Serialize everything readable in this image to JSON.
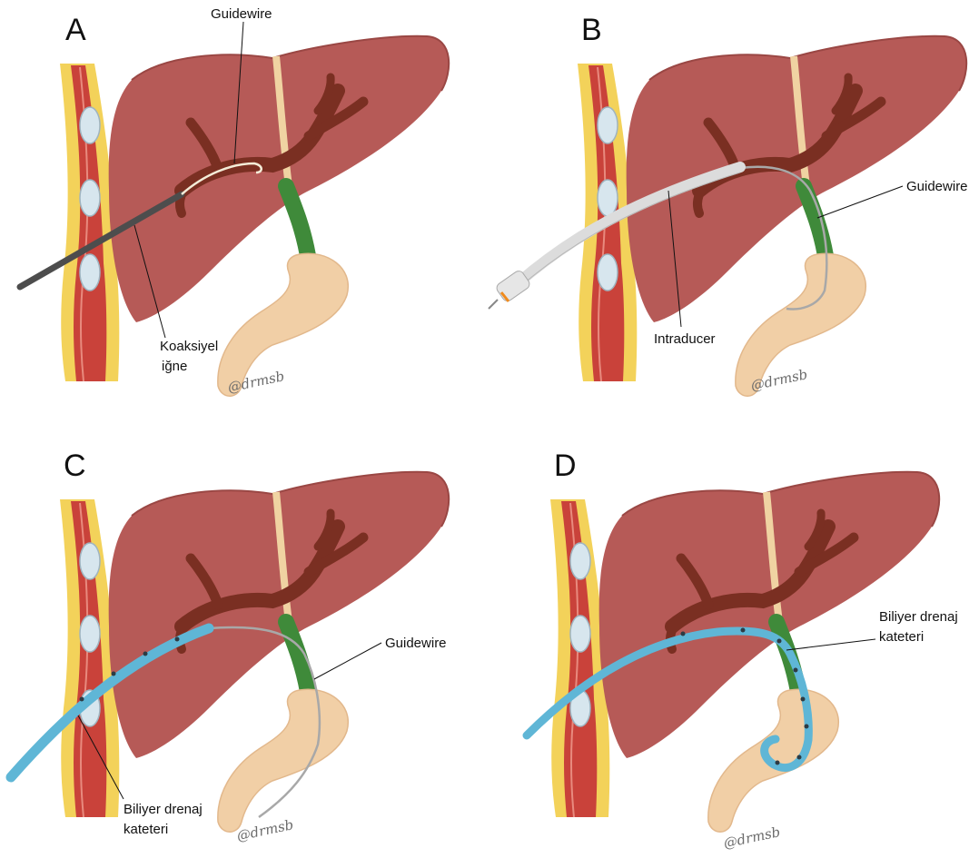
{
  "panels": [
    {
      "letter": "A",
      "labels": {
        "guidewire": "Guidewire",
        "needle_line1": "Koaksiyel",
        "needle_line2": "iğne"
      },
      "watermark": "@drmsb"
    },
    {
      "letter": "B",
      "labels": {
        "guidewire": "Guidewire",
        "introducer": "Intraducer"
      },
      "watermark": "@drmsb"
    },
    {
      "letter": "C",
      "labels": {
        "guidewire": "Guidewire",
        "catheter_line1": "Biliyer drenaj",
        "catheter_line2": "kateteri"
      },
      "watermark": "@drmsb"
    },
    {
      "letter": "D",
      "labels": {
        "catheter_line1": "Biliyer drenaj",
        "catheter_line2": "kateteri"
      },
      "watermark": "@drmsb"
    }
  ],
  "colors": {
    "liver": "#b65a57",
    "liver_dark": "#9a4744",
    "bile_duct": "#7a2f22",
    "common_duct": "#3f8a3a",
    "duodenum": "#f1cfa6",
    "muscle": "#c9423a",
    "fat": "#f3d25a",
    "rib": "#d7e6ee",
    "needle": "#4d4d4d",
    "introducer": "#dcdcdc",
    "catheter": "#5fb6d6"
  }
}
